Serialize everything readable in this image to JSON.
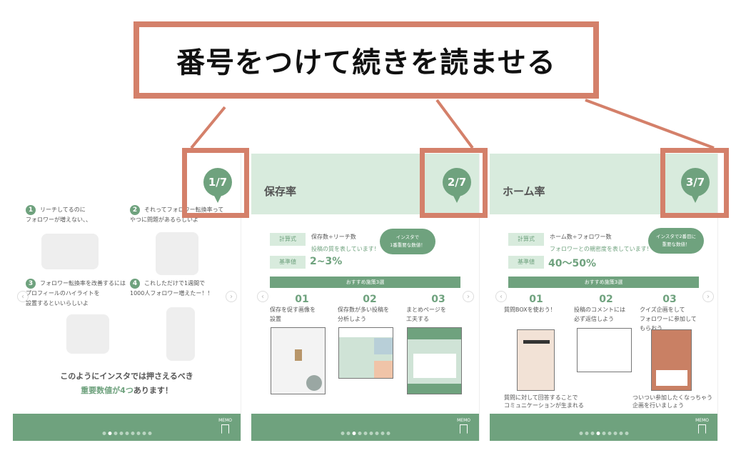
{
  "headline": "番号をつけて続きを読ませる",
  "colors": {
    "accent": "#d4806a",
    "brand_green": "#6fa27e",
    "light_green": "#d8ebdd"
  },
  "panels": [
    {
      "badge_num": "1",
      "badge_den": "7",
      "steps": [
        {
          "n": "1",
          "text": "リーチしてるのに\nフォロワーが増えない、、"
        },
        {
          "n": "2",
          "text": "それってフォロワー転換率って\nやつに問題があるらしいよ"
        },
        {
          "n": "3",
          "text": "フォロワー転換率を改善するには\nプロフィールのハイライトを\n設置するといいらしいよ"
        },
        {
          "n": "4",
          "text": "これしただけで1週間で\n1000人フォロワー増えたー！！"
        }
      ],
      "summary_line1": "このようにインスタでは押さえるべき",
      "summary_highlight": "重要数値が4つ",
      "summary_rest": "あります！",
      "memo": "MEMO",
      "active_dot": 1
    },
    {
      "badge_num": "2",
      "badge_den": "7",
      "title": "保存率",
      "formula_label": "計算式",
      "formula": "保存数÷リーチ数",
      "formula_note": "投稿の質を表しています！",
      "standard_label": "基準値",
      "standard": "2~3%",
      "pill": "インスタで\n1番重要な数値！",
      "bar": "おすすめ施策3選",
      "tips": [
        {
          "n": "01",
          "text": "保存を促す画像を\n設置"
        },
        {
          "n": "02",
          "text": "保存数が多い投稿を\n分析しよう"
        },
        {
          "n": "03",
          "text": "まとめページを\n工夫する"
        }
      ],
      "memo": "MEMO",
      "active_dot": 2
    },
    {
      "badge_num": "3",
      "badge_den": "7",
      "title": "ホーム率",
      "formula_label": "計算式",
      "formula": "ホーム数÷フォロワー数",
      "formula_note": "フォロワーとの親密度を表しています！",
      "standard_label": "基準値",
      "standard": "40〜50%",
      "pill": "インスタで2番目に\n重要な数値！",
      "bar": "おすすめ施策3選",
      "tips": [
        {
          "n": "01",
          "text": "質問BOXを使おう！"
        },
        {
          "n": "02",
          "text": "投稿のコメントには\n必ず返信しよう"
        },
        {
          "n": "03",
          "text": "クイズ企画をして\nフォロワーに参加して\nもらおう"
        }
      ],
      "captions": [
        "質問に対して回答することで\nコミュニケーションが生まれる",
        "ついつい参加したくなっちゃう\n企画を行いましょう"
      ],
      "memo": "MEMO",
      "active_dot": 3
    }
  ]
}
